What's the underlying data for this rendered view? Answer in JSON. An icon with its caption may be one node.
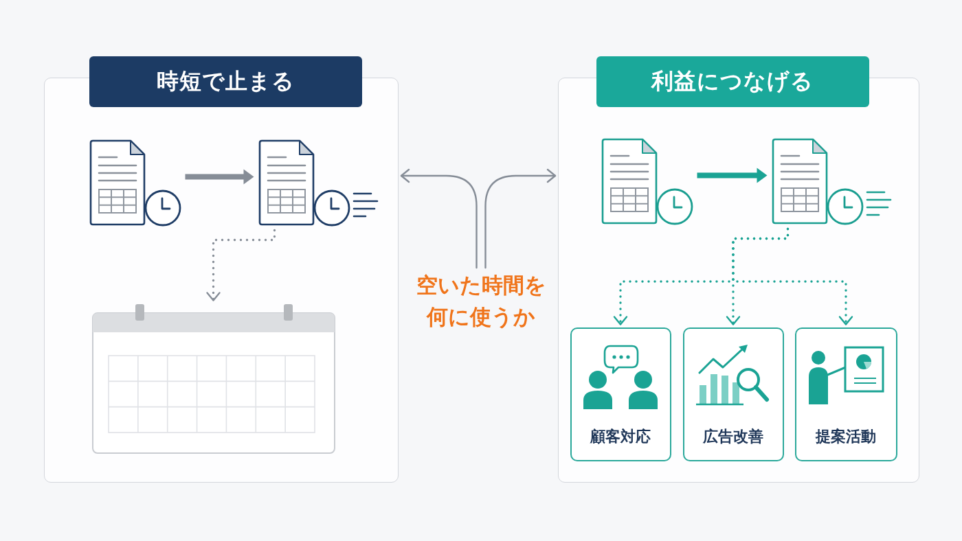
{
  "diagram": {
    "nodes": [
      {
        "text": [
          "時短で止まる"
        ]
      },
      {
        "text": [],
        "shape": "picture",
        "in": 0
      },
      {
        "text": [],
        "shape": "picture",
        "in": 0
      },
      {
        "text": [],
        "shape": "picture",
        "in": 0
      },
      {
        "text": [
          "空いた時間を何に使うか"
        ]
      },
      {
        "text": [
          "利益につなげる"
        ]
      },
      {
        "text": [],
        "shape": "picture",
        "in": 5
      },
      {
        "text": [],
        "shape": "picture",
        "in": 5
      },
      {
        "text": [
          "顧客対応"
        ],
        "in": 5
      },
      {
        "text": [
          "広告改善"
        ],
        "in": 5
      },
      {
        "text": [
          "提案活動"
        ],
        "in": 5
      }
    ],
    "edges": [
      {
        "from": 1,
        "to": 2,
        "arrow": "to",
        "style": "thick"
      },
      {
        "from": 2,
        "to": 3,
        "arrow": "to",
        "style": "dashed"
      },
      {
        "from": 4,
        "to": 0,
        "arrow": "to"
      },
      {
        "from": 4,
        "to": 5,
        "arrow": "to"
      },
      {
        "from": 6,
        "to": 7,
        "arrow": "to",
        "style": "thick",
        "color": "#1aa394"
      },
      {
        "from": 7,
        "to": 8,
        "arrow": "to",
        "style": "dashed",
        "color": "#1aa394"
      },
      {
        "from": 7,
        "to": 9,
        "arrow": "to",
        "style": "dashed",
        "color": "#1aa394"
      },
      {
        "from": 7,
        "to": 10,
        "arrow": "to",
        "style": "dashed",
        "color": "#1aa394"
      }
    ]
  }
}
